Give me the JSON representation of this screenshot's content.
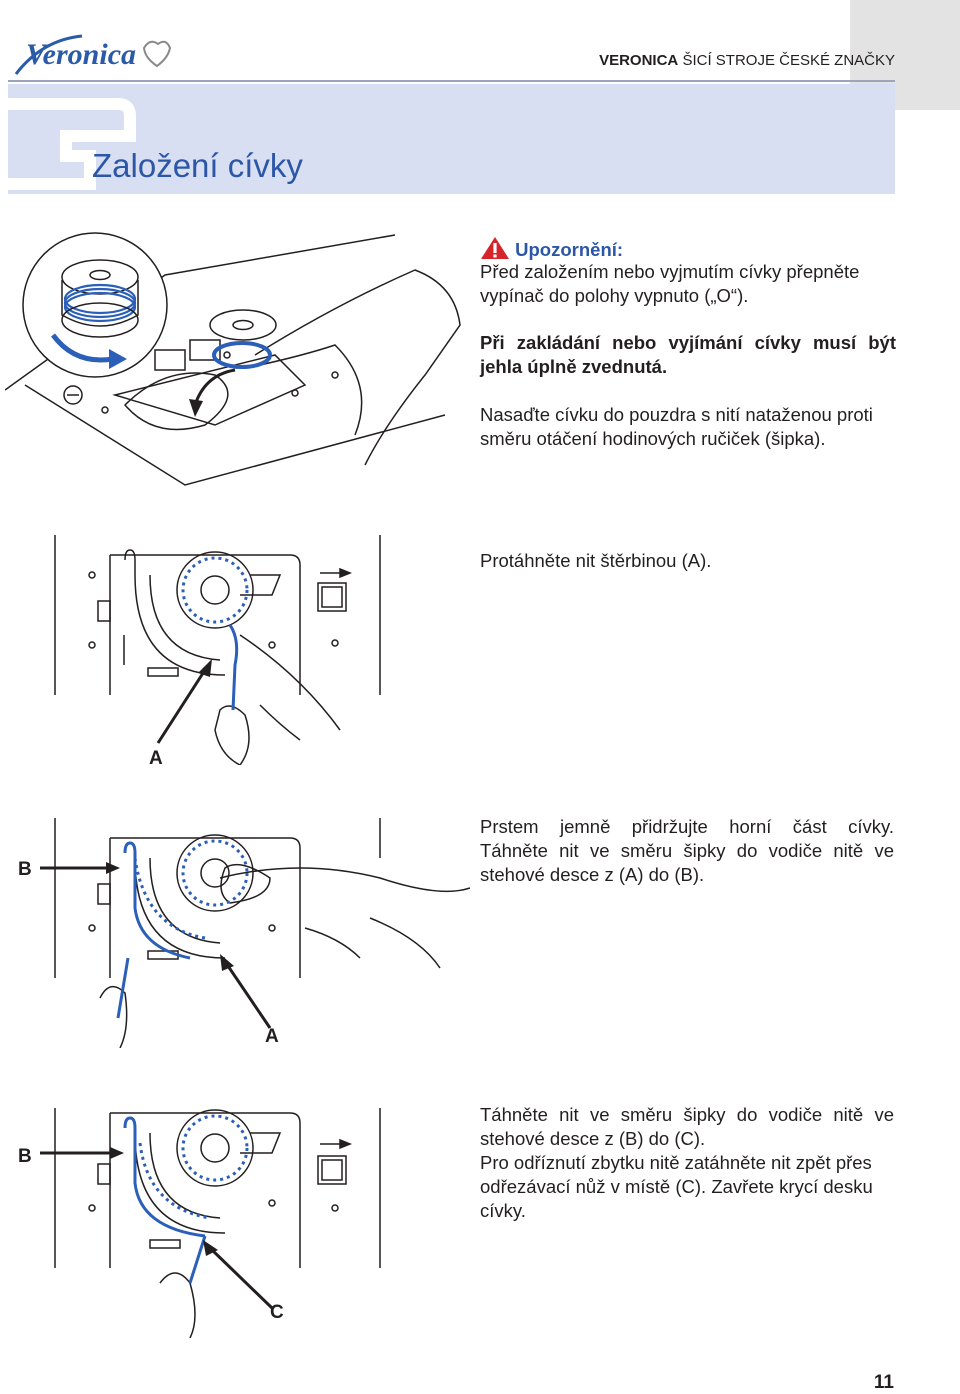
{
  "header": {
    "logo_text": "Veronica",
    "brand": "VERONICA",
    "tagline": "ŠICÍ STROJE ČESKÉ ZNAČKY"
  },
  "title": "Založení cívky",
  "warning": {
    "title": "Upozornění:",
    "line1": "Před založením nebo vyjmutím cívky přepněte",
    "line2": "vypínač do polohy vypnuto („O“)."
  },
  "steps": {
    "needle_line1": "Při zakládání nebo vyjímání cívky musí být",
    "needle_line2": "jehla úplně zvednutá.",
    "insert_line1": "Nasaďte cívku do pouzdra s nití nataženou proti",
    "insert_line2": "směru otáčení hodinových ručiček (šipka).",
    "slot": "Protáhněte nit štěrbinou (A).",
    "hold_line1": "Prstem jemně přidržujte horní část cívky.",
    "hold_line2": "Táhněte nit ve směru šipky do vodiče nitě ve",
    "hold_line3": "stehové desce z (A) do (B).",
    "pull_line1": "Táhněte nit ve směru šipky do vodiče nitě ve",
    "pull_line2": "stehové desce z (B) do (C).",
    "cut_line1": "Pro odříznutí zbytku nitě zatáhněte nit zpět přes",
    "cut_line2": "odřezávací nůž v místě (C). Zavřete krycí desku",
    "cut_line3": "cívky."
  },
  "labels": {
    "a1": "A",
    "b2": "B",
    "a2": "A",
    "b3": "B",
    "c3": "C"
  },
  "page_number": "11",
  "colors": {
    "brand_blue": "#2c56a6",
    "thread_blue": "#2b5fb8",
    "band": "#d9dff2"
  }
}
